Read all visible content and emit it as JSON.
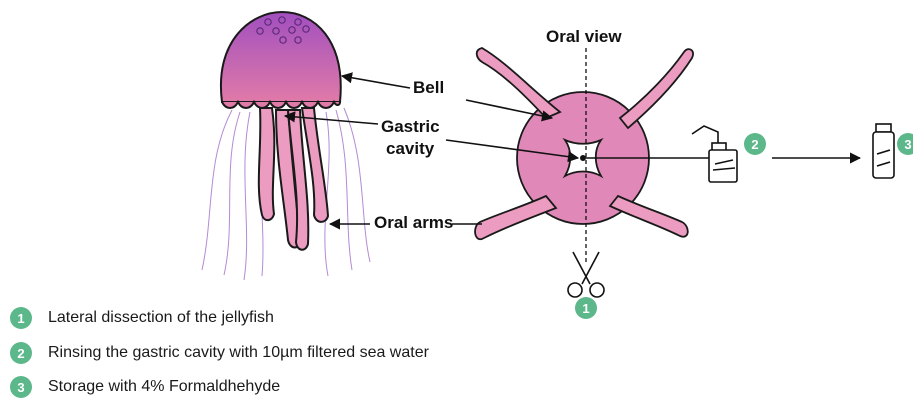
{
  "labels": {
    "oral_view": "Oral view",
    "bell": "Bell",
    "gastric_cavity_line1": "Gastric",
    "gastric_cavity_line2": "cavity",
    "oral_arms": "Oral arms"
  },
  "steps": [
    {
      "number": "1",
      "text": "Lateral dissection of the jellyfish"
    },
    {
      "number": "2",
      "text": "Rinsing the gastric cavity with 10µm filtered sea water"
    },
    {
      "number": "3",
      "text": "Storage with 4% Formaldhehyde"
    }
  ],
  "figure_badges": {
    "scissors": "1",
    "wash_bottle": "2",
    "vial": "3"
  },
  "colors": {
    "badge_green": "#5cb88a",
    "bell_top": "#a14fbf",
    "bell_bottom": "#e07aa8",
    "arm_pink": "#eb9cc0",
    "tentacle_purple": "#b48ad4",
    "oral_pink": "#e088b8"
  }
}
